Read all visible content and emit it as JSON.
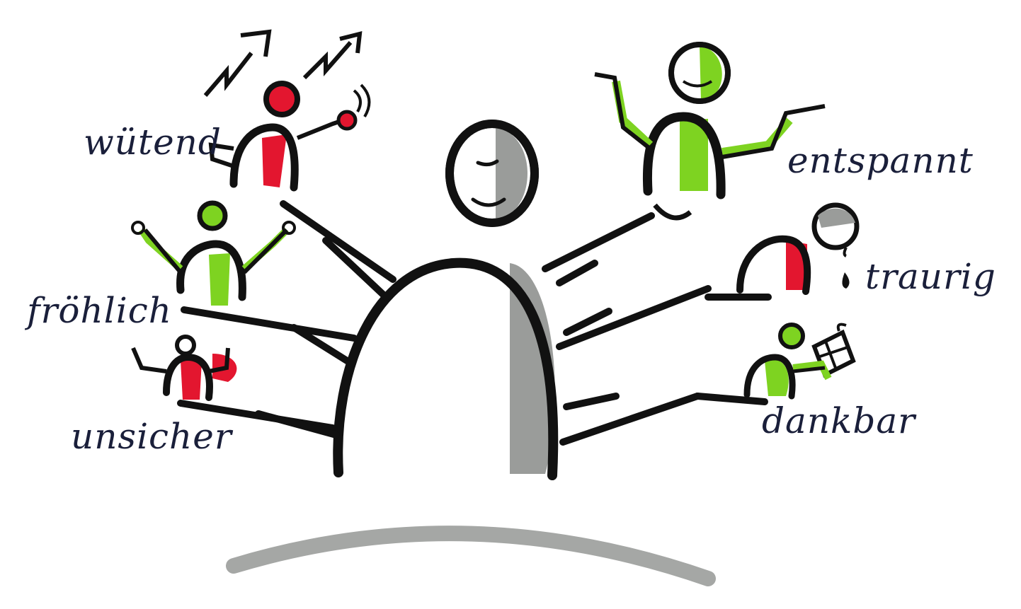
{
  "emotions": {
    "wuetend": "wütend",
    "froehlich": "fröhlich",
    "unsicher": "unsicher",
    "entspannt": "entspannt",
    "traurig": "traurig",
    "dankbar": "dankbar"
  },
  "colors": {
    "ink": "#111111",
    "red": "#e3162f",
    "green": "#7ed321",
    "gray": "#9a9c9a",
    "text": "#1a1f3a"
  }
}
